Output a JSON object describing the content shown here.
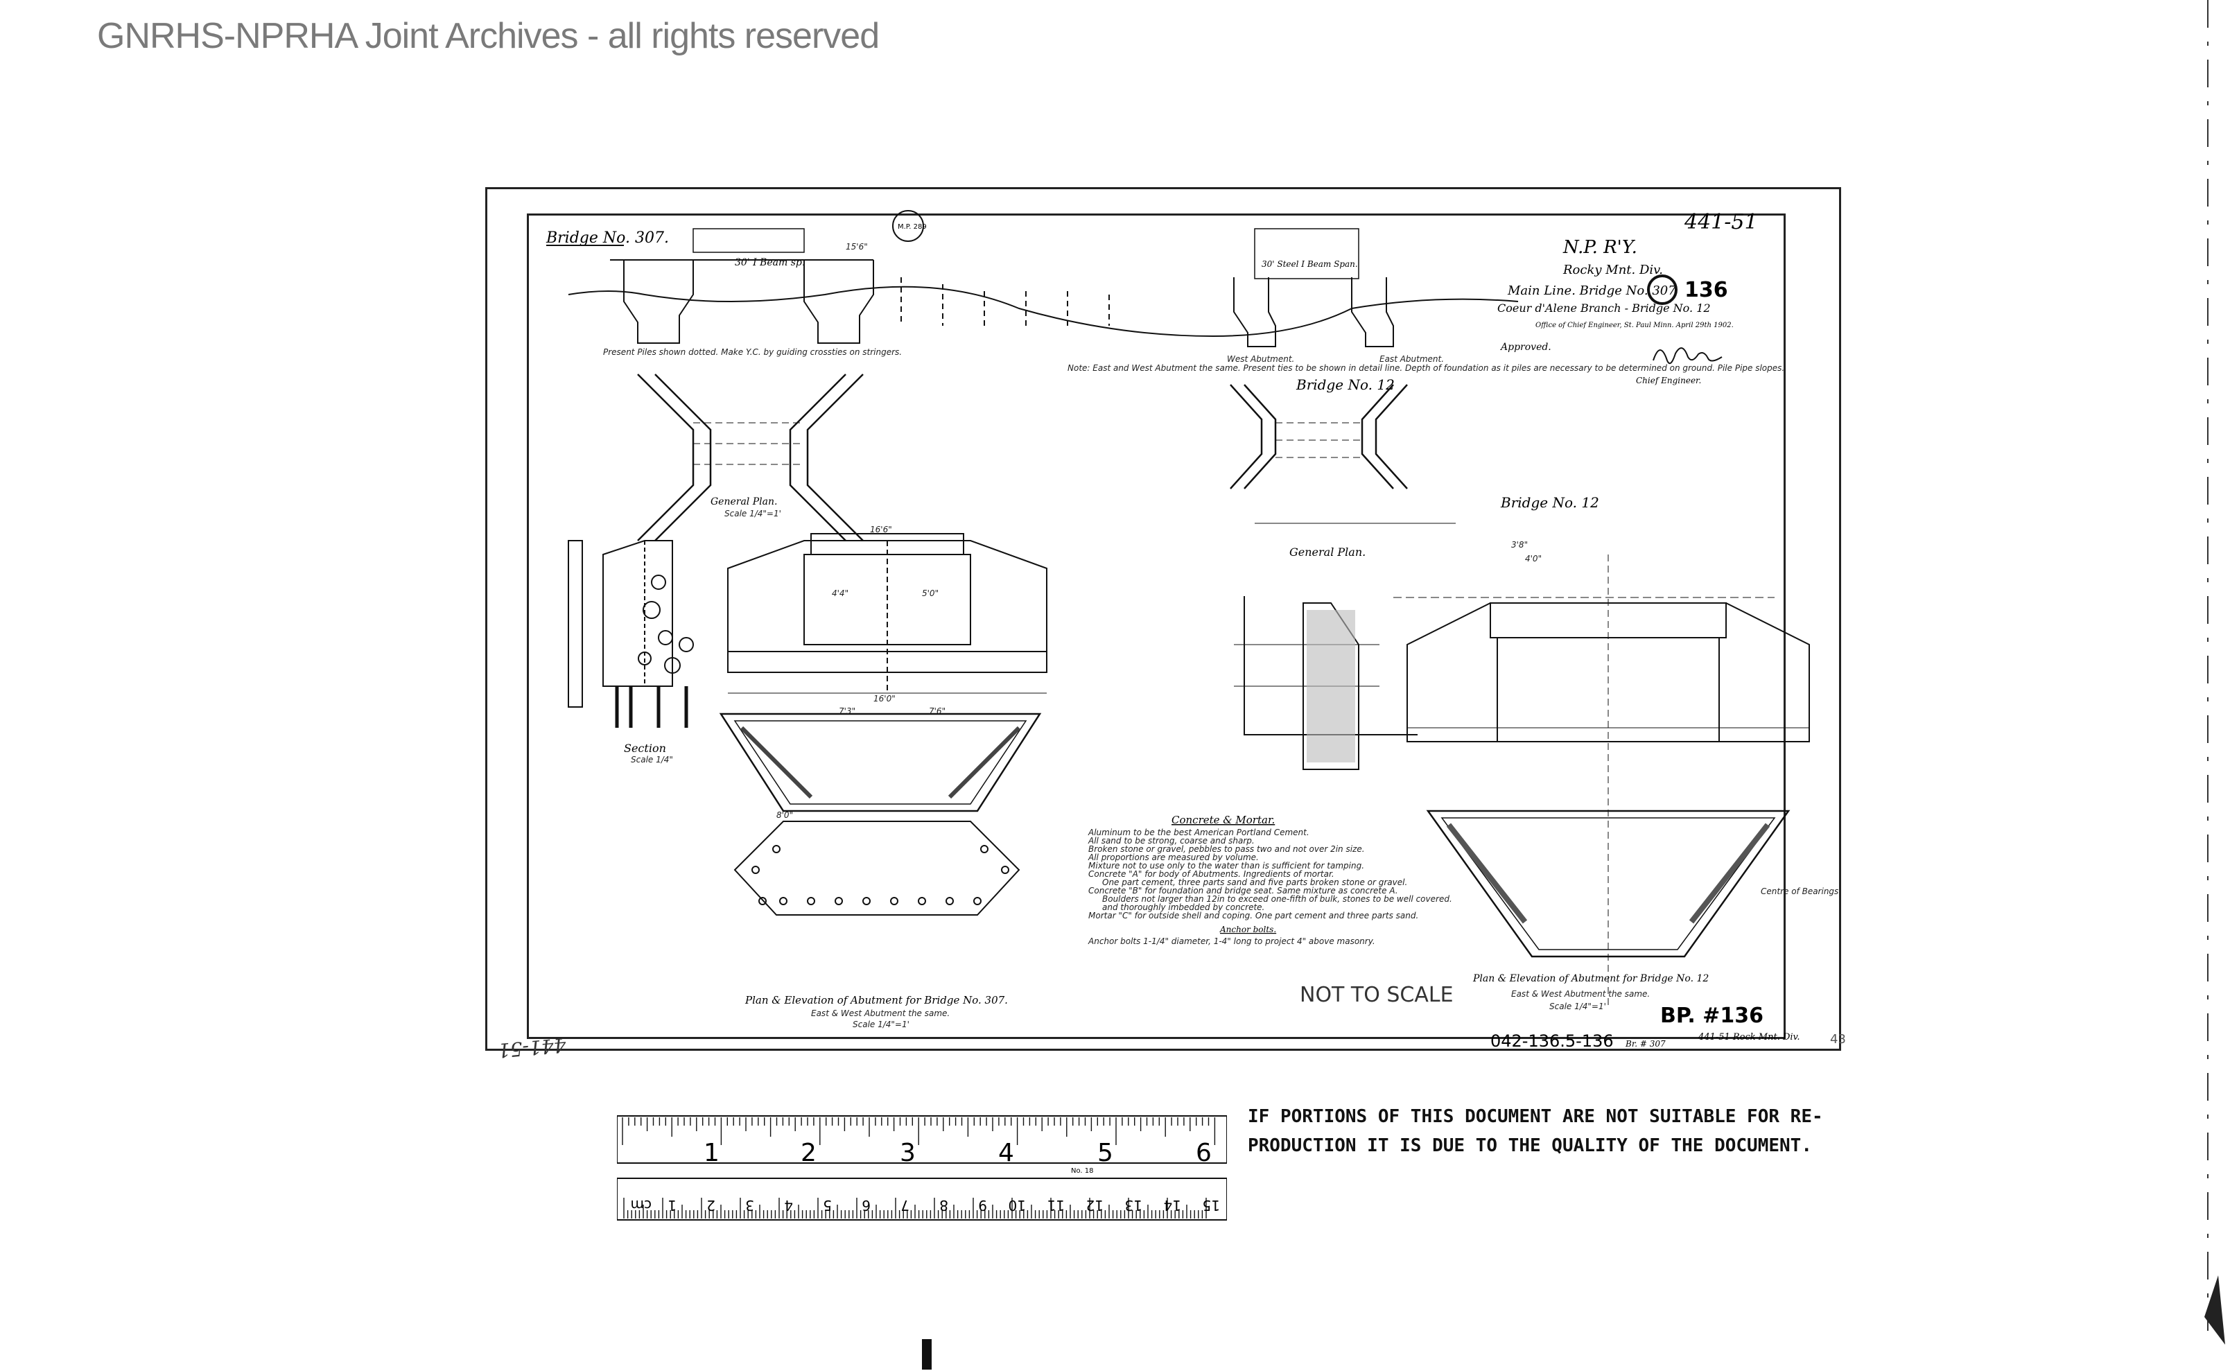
{
  "header": {
    "archive_title": "GNRHS-NPRHA Joint Archives - all rights reserved"
  },
  "drawing": {
    "sheet_number": "441-51",
    "railway": "N.P. R'Y.",
    "division": "Rocky Mnt. Div.",
    "main_line": "Main Line. Bridge No. 307",
    "circled_number": "136",
    "branch_line": "Coeur d'Alene Branch - Bridge No. 12",
    "office": "Office of Chief Engineer, St. Paul Minn. April 29th 1902.",
    "approved_label": "Approved.",
    "chief_engineer": "Chief Engineer.",
    "bridge_307_label": "Bridge No. 307.",
    "mp_marker": "M.P. 289",
    "beam_span": "30' I Beam sp.",
    "plate_span": "30' Steel I Beam Span.",
    "present_piles": "Present Piles shown dotted. Make Y.C. by guiding crossties on stringers.",
    "general_plan": "General Plan.",
    "general_plan_scale": "Scale 1/4\"=1'",
    "bridge_12_label": "Bridge No. 12",
    "bridge_12_label_2": "Bridge No. 12",
    "west_abutment": "West Abutment.",
    "east_abutment": "East Abutment.",
    "note_abutments": "Note: East and West Abutment the same. Present ties to be shown in detail line. Depth of foundation as it piles are necessary to be determined on ground. Pile Pipe slopes.",
    "section_label": "Section",
    "section_scale": "Scale 1/4\"",
    "concrete_heading": "Concrete & Mortar.",
    "concrete_lines": [
      "Aluminum to be the best American Portland Cement.",
      "All sand to be strong, coarse and sharp.",
      "Broken stone or gravel, pebbles to pass two and not over 2in size.",
      "All proportions are measured by volume.",
      "Mixture not to use only to the water than is sufficient for tamping.",
      "Concrete \"A\" for body of Abutments. Ingredients of mortar.",
      "One part cement, three parts sand and five parts broken stone or gravel.",
      "Concrete \"B\" for foundation and bridge seat. Same mixture as concrete A.",
      "Boulders not larger than 12in to exceed one-fifth of bulk, stones to be well covered.",
      "and thoroughly imbedded by concrete.",
      "Mortar \"C\" for outside shell and coping. One part cement and three parts sand."
    ],
    "anchor_heading": "Anchor bolts.",
    "anchor_line": "Anchor bolts 1-1/4\" diameter, 1-4\" long to project 4\" above masonry.",
    "plan_307_caption": "Plan & Elevation of Abutment for Bridge No. 307.",
    "plan_307_sub": "East & West Abutment the same.",
    "plan_307_scale": "Scale 1/4\"=1'",
    "plan_12_caption": "Plan & Elevation of Abutment for Bridge No. 12",
    "plan_12_sub": "East & West Abutment the same.",
    "plan_12_scale": "Scale 1/4\"=1'",
    "not_to_scale": "NOT TO SCALE",
    "bp_number": "BP. #136",
    "file_code": "042-136.5-136",
    "file_notes": "Br. # 307",
    "file_notes_2": "441-51 Rock Mnt. Div.",
    "page_corner": "43",
    "centre_bearings": "Centre of Bearings",
    "left_stamp": "441-51",
    "dim_labels": [
      "16'6\"",
      "15'6\"",
      "16'0\"",
      "7'3\"",
      "7'6\"",
      "4'4\"",
      "5'0\"",
      "8'0\"",
      "3'8\"",
      "4'0\""
    ]
  },
  "ruler": {
    "top_numbers": [
      "1",
      "2",
      "3",
      "4",
      "5",
      "6"
    ],
    "bottom_numbers": [
      "15",
      "14",
      "13",
      "12",
      "11",
      "10",
      "9",
      "8",
      "7",
      "6",
      "5",
      "4",
      "3",
      "2",
      "1"
    ],
    "mid_text": "No. 18",
    "bottom_unit": "cm"
  },
  "disclaimer": {
    "line1": "IF PORTIONS OF THIS DOCUMENT ARE NOT SUITABLE FOR RE-",
    "line2": "PRODUCTION IT IS DUE TO THE QUALITY OF THE DOCUMENT."
  }
}
